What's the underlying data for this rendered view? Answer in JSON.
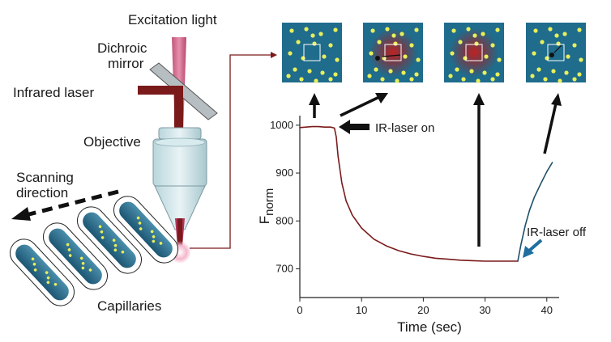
{
  "labels": {
    "excitation": "Excitation light",
    "dichroic_line1": "Dichroic",
    "dichroic_line2": "mirror",
    "infrared": "Infrared laser",
    "objective": "Objective",
    "scanning_line1": "Scanning",
    "scanning_line2": "direction",
    "capillaries": "Capillaries",
    "ir_on": "IR-laser on",
    "ir_off": "IR-laser off"
  },
  "chart_data": {
    "type": "line",
    "xlabel": "Time (sec)",
    "ylabel_main": "F",
    "ylabel_sub": "norm",
    "xlim": [
      0,
      42
    ],
    "ylim": [
      640,
      1020
    ],
    "xticks": [
      0,
      10,
      20,
      30,
      40
    ],
    "yticks": [
      700,
      800,
      900,
      1000
    ],
    "series": [
      {
        "color": "#7a1a1a",
        "x": [
          0,
          1,
          2,
          3,
          4,
          5,
          5.6,
          5.9,
          6.2,
          6.8,
          7.5,
          8.5,
          10,
          12,
          14,
          16,
          18,
          20,
          22,
          24,
          26,
          28,
          30,
          32,
          34,
          35.3
        ],
        "y": [
          995,
          996,
          997,
          997,
          996,
          996,
          994,
          975,
          935,
          880,
          842,
          812,
          785,
          762,
          748,
          738,
          731,
          726,
          722,
          720,
          718,
          717,
          716,
          716,
          716,
          716
        ]
      },
      {
        "color": "#1e4f68",
        "x": [
          35.3,
          35.8,
          36.5,
          37.2,
          38,
          39,
          40,
          40.9
        ],
        "y": [
          716,
          750,
          790,
          822,
          850,
          877,
          903,
          922
        ]
      }
    ]
  },
  "thumbnails": [
    {
      "heat": false
    },
    {
      "heat": true
    },
    {
      "heat": true
    },
    {
      "heat": false
    }
  ],
  "colors": {
    "dark_red": "#7a1a1a",
    "thumb_bg": "#1f6c8c",
    "dot": "#e8ef5a",
    "capillary": "#2d6f8c"
  }
}
